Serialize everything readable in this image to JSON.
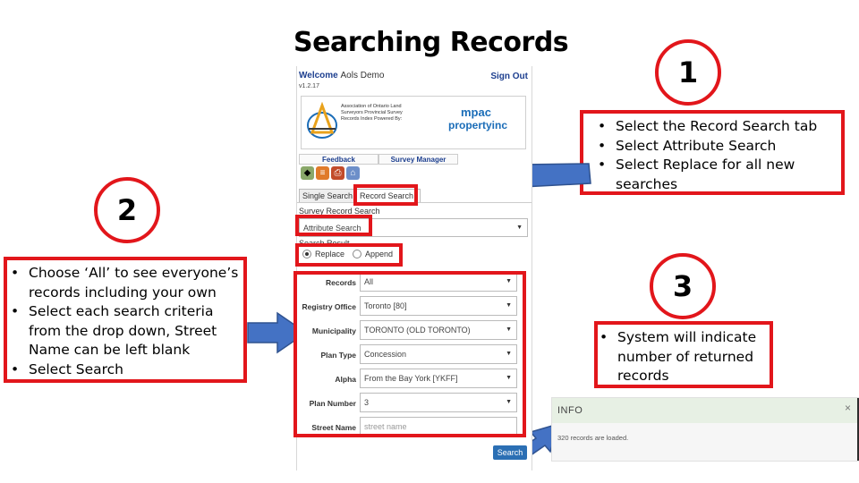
{
  "title": "Searching Records",
  "steps": [
    {
      "number": "1",
      "bullets": [
        "Select the Record Search tab",
        "Select Attribute Search",
        "Select Replace for all new searches"
      ]
    },
    {
      "number": "2",
      "bullets": [
        "Choose ‘All’ to see everyone’s records including your own",
        "Select each search criteria from the drop down, Street Name can be left blank",
        "Select Search"
      ]
    },
    {
      "number": "3",
      "bullets": [
        "System will indicate number of returned records"
      ]
    }
  ],
  "app": {
    "welcome_label": "Welcome",
    "user_name": "Aols Demo",
    "version": "v1.2.17",
    "sign_out": "Sign Out",
    "logo_text": "Association of Ontario Land Surveyors Provincial Survey Records Index Powered By:",
    "mpac": "mpac",
    "propertyinc": "propertyinc",
    "nav": [
      "Feedback",
      "Survey Manager"
    ],
    "icons": [
      "layers-icon",
      "list-icon",
      "print-icon",
      "home-icon"
    ],
    "tabs": [
      "Single Search",
      "Record Search"
    ],
    "survey_record_search_label": "Survey Record Search",
    "search_type": "Attribute Search",
    "search_result_label": "Search Result",
    "radio_replace": "Replace",
    "radio_append": "Append",
    "fields": [
      {
        "label": "Records",
        "value": "All",
        "type": "select"
      },
      {
        "label": "Registry Office",
        "value": "Toronto [80]",
        "type": "select"
      },
      {
        "label": "Municipality",
        "value": "TORONTO (OLD TORONTO)",
        "type": "select"
      },
      {
        "label": "Plan Type",
        "value": "Concession",
        "type": "select"
      },
      {
        "label": "Alpha",
        "value": "From the Bay York [YKFF]",
        "type": "select"
      },
      {
        "label": "Plan Number",
        "value": "3",
        "type": "select"
      },
      {
        "label": "Street Name",
        "placeholder": "street name",
        "type": "input"
      }
    ],
    "search_button": "Search"
  },
  "info": {
    "title": "INFO",
    "close": "×",
    "message": "320 records are loaded."
  },
  "colors": {
    "highlight": "#e2161b",
    "arrow": "#4472c4",
    "link": "#1d3f8f"
  }
}
